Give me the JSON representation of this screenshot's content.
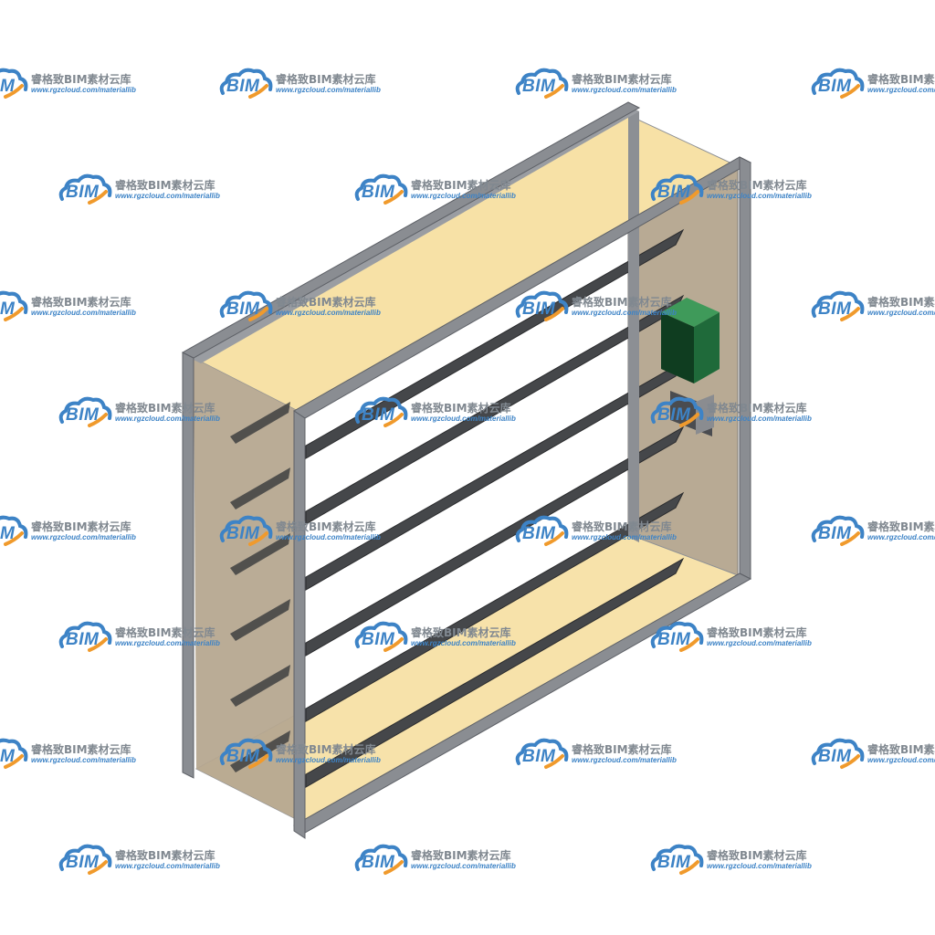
{
  "image": {
    "subject": "3D model of a rectangular multi-blade damper with side-mounted actuator",
    "colors": {
      "frame": "#8c8f94",
      "frame_edge": "#5d6066",
      "casing_top": "#f6dfa3",
      "casing_side": "#b9aa93",
      "blade": "#45474a",
      "blade_edge": "#2a2b2d",
      "actuator": "#1f6a3a",
      "actuator_face": "#0f3d20",
      "actuator_top": "#3f9a5a"
    },
    "blade_count": 6
  },
  "watermark": {
    "logo_text": "BIM",
    "name": "睿格致BIM素材云库",
    "url": "www.rgzcloud.com/materiallib",
    "logo_colors": {
      "blue": "#3d83c6",
      "orange": "#f09a2c"
    }
  }
}
